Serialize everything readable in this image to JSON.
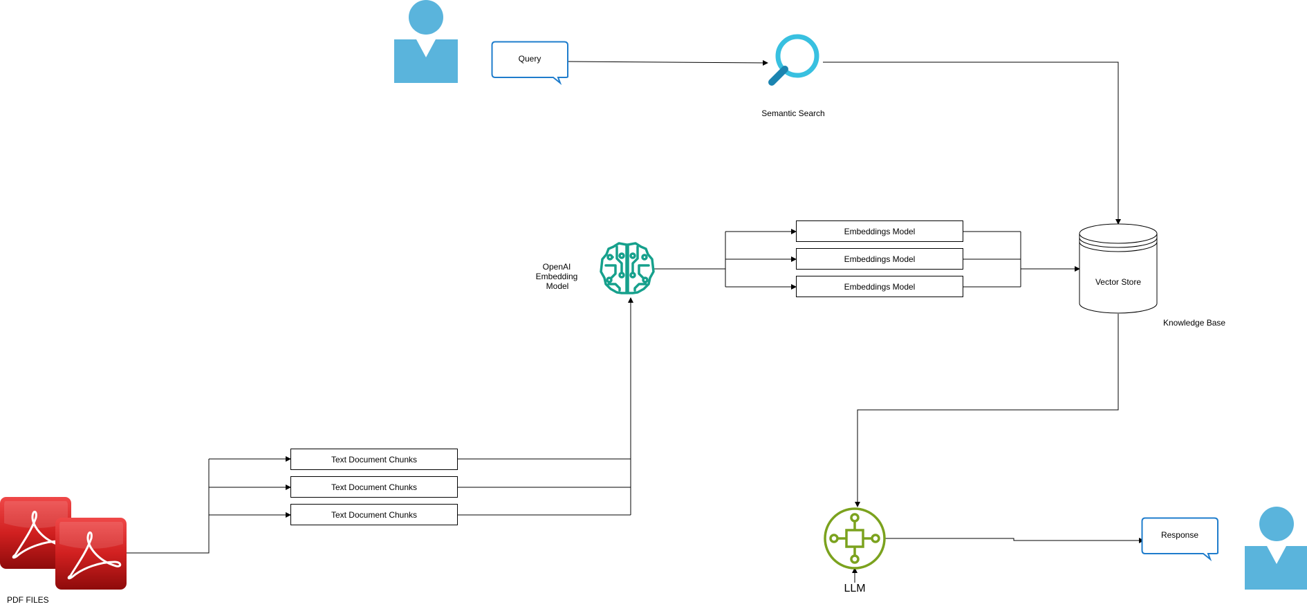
{
  "labels": {
    "query": "Query",
    "semantic_search": "Semantic Search",
    "openai_line1": "OpenAI",
    "openai_line2": "Embedding",
    "openai_line3": "Model",
    "embeddings_model": "Embeddings Model",
    "vector_store": "Vector Store",
    "knowledge_base": "Knowledge Base",
    "text_chunks": "Text Document Chunks",
    "pdf_files": "PDF FILES",
    "llm": "LLM",
    "response": "Response"
  },
  "colors": {
    "user": "#5ab4dc",
    "bubble_border": "#1e7ccc",
    "search": "#2aa9d2",
    "search_handle": "#1b84b0",
    "brain": "#16a08c",
    "llm": "#7ba21e",
    "pdf_top": "#e53535",
    "pdf_bottom": "#8e0b0b"
  },
  "icons": [
    "user-icon",
    "speech-bubble-icon",
    "magnifier-icon",
    "brain-circuit-icon",
    "database-icon",
    "pdf-icon",
    "llm-circuit-icon"
  ]
}
